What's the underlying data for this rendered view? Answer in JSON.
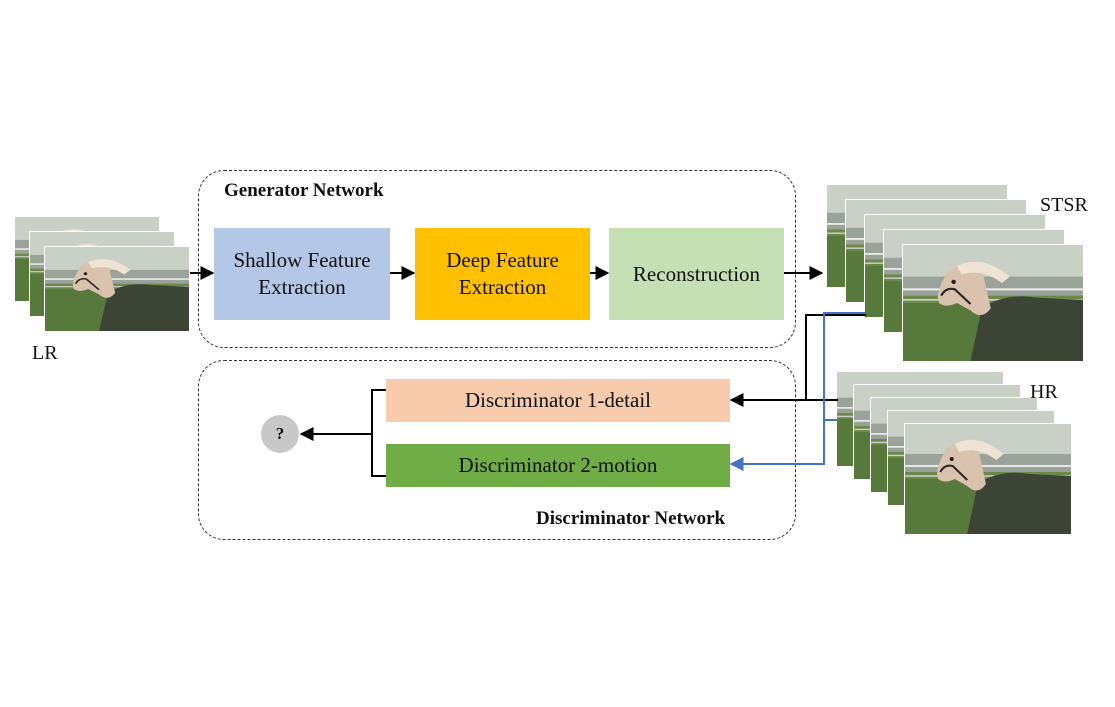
{
  "generator": {
    "title": "Generator Network",
    "blocks": [
      {
        "label_line1": "Shallow Feature",
        "label_line2": "Extraction",
        "color": "#b4c7e7"
      },
      {
        "label_line1": "Deep Feature",
        "label_line2": "Extraction",
        "color": "#ffc000"
      },
      {
        "label_line1": "Reconstruction",
        "label_line2": "",
        "color": "#c5e0b4"
      }
    ]
  },
  "discriminator": {
    "title": "Discriminator Network",
    "blocks": [
      {
        "label": "Discriminator 1-detail",
        "color": "#f8cbad"
      },
      {
        "label": "Discriminator 2-motion",
        "color": "#70ad47"
      }
    ]
  },
  "output_symbol": "?",
  "images": {
    "lr_label": "LR",
    "stsr_label": "STSR",
    "hr_label": "HR"
  },
  "colors": {
    "black_arrow": "#000000",
    "blue_arrow": "#4472c4"
  }
}
